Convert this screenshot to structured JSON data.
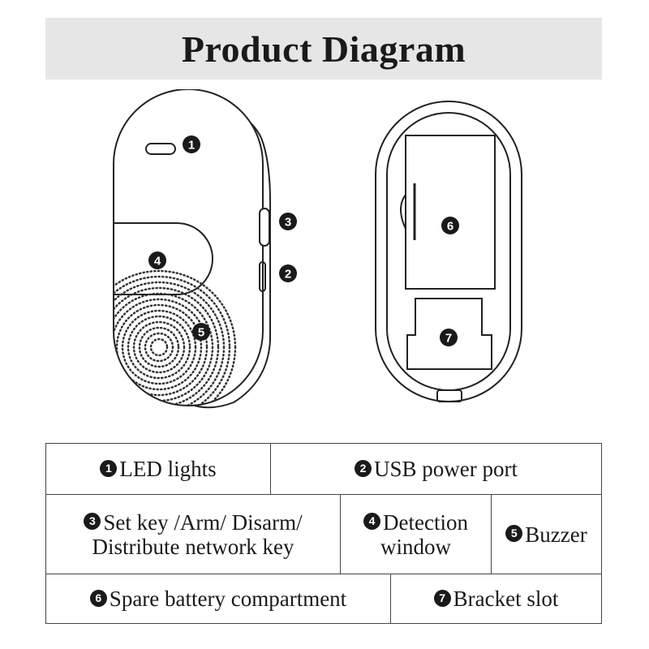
{
  "title": "Product Diagram",
  "callouts": [
    "1",
    "2",
    "3",
    "4",
    "5",
    "6",
    "7"
  ],
  "legend": [
    {
      "num": "1",
      "text": "LED lights"
    },
    {
      "num": "2",
      "text": "USB power port"
    },
    {
      "num": "3",
      "line1": "Set key /Arm/ Disarm/",
      "line2": "Distribute network key"
    },
    {
      "num": "4",
      "line1": "Detection",
      "line2": "window"
    },
    {
      "num": "5",
      "text": "Buzzer"
    },
    {
      "num": "6",
      "text": "Spare battery compartment"
    },
    {
      "num": "7",
      "text": "Bracket slot"
    }
  ]
}
